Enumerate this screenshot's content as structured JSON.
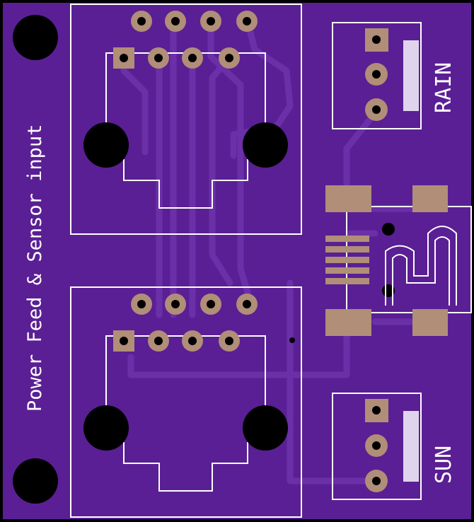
{
  "board": {
    "colors": {
      "substrate": "#5a1f94",
      "trace": "#6b30a8",
      "pad": "#b08e78",
      "silkscreen": "#ffffff",
      "hole": "#000000",
      "edge": "#000000"
    }
  },
  "labels": {
    "vertical_title": "Power Feed & Sensor input",
    "rain_label": "RAIN",
    "sun_label": "SUN"
  },
  "components": {
    "top_jack": "rj-style-jack",
    "bottom_jack": "rj-style-jack",
    "rain_header": "3-pin-header",
    "sun_header": "3-pin-header",
    "usb_connector": "mini-usb"
  }
}
